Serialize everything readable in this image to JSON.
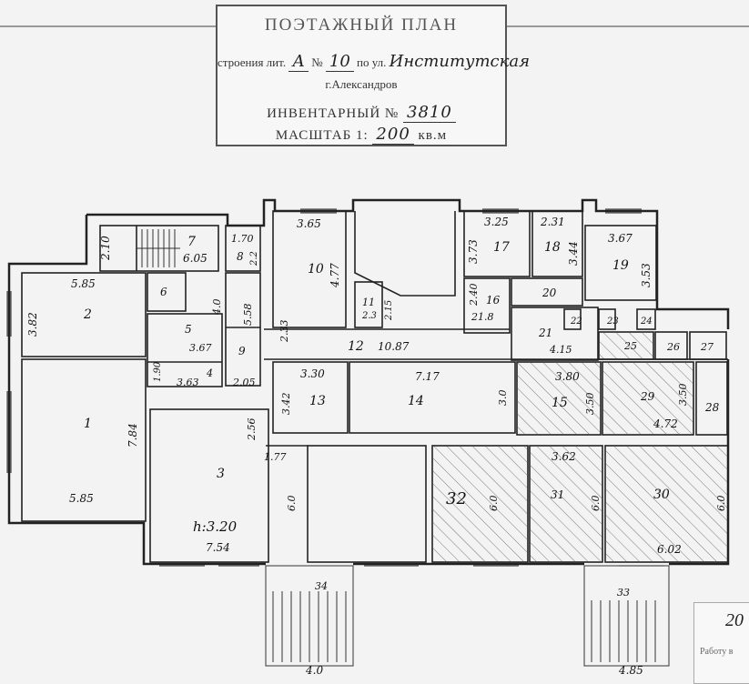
{
  "stamp": {
    "title": "ПОЭТАЖНЫЙ ПЛАН",
    "line1_prefix": "строения лит.",
    "lit": "А",
    "num_label": "№",
    "house_num": "10",
    "street_prefix": "по ул.",
    "street": "Институтская",
    "city": "г.Александров",
    "inventory_label": "ИНВЕНТАРНЫЙ №",
    "inventory_num": "3810",
    "scale_label": "МАСШТАБ 1:",
    "scale_value": "200",
    "scale_unit": "кв.м"
  },
  "rooms": [
    {
      "num": "1",
      "label": "room-1"
    },
    {
      "num": "2",
      "label": "room-2"
    },
    {
      "num": "3",
      "label": "room-3"
    },
    {
      "num": "4",
      "label": "room-4"
    },
    {
      "num": "5",
      "label": "room-5"
    },
    {
      "num": "6",
      "label": "room-6"
    },
    {
      "num": "7",
      "label": "room-7"
    },
    {
      "num": "8",
      "label": "room-8"
    },
    {
      "num": "9",
      "label": "room-9"
    },
    {
      "num": "10",
      "label": "room-10"
    },
    {
      "num": "11",
      "label": "room-11"
    },
    {
      "num": "12",
      "label": "room-12"
    },
    {
      "num": "13",
      "label": "room-13"
    },
    {
      "num": "14",
      "label": "room-14"
    },
    {
      "num": "15",
      "label": "room-15"
    },
    {
      "num": "16",
      "label": "room-16"
    },
    {
      "num": "17",
      "label": "room-17"
    },
    {
      "num": "18",
      "label": "room-18"
    },
    {
      "num": "19",
      "label": "room-19"
    },
    {
      "num": "20",
      "label": "room-20"
    },
    {
      "num": "21",
      "label": "room-21"
    },
    {
      "num": "22",
      "label": "room-22"
    },
    {
      "num": "23",
      "label": "room-23"
    },
    {
      "num": "24",
      "label": "room-24"
    },
    {
      "num": "25",
      "label": "room-25"
    },
    {
      "num": "26",
      "label": "room-26"
    },
    {
      "num": "27",
      "label": "room-27"
    },
    {
      "num": "28",
      "label": "room-28"
    },
    {
      "num": "29",
      "label": "room-29"
    },
    {
      "num": "30",
      "label": "room-30"
    },
    {
      "num": "31",
      "label": "room-31"
    },
    {
      "num": "32",
      "label": "room-32"
    },
    {
      "num": "33",
      "label": "room-33"
    },
    {
      "num": "34",
      "label": "room-34"
    }
  ],
  "dimensions": {
    "d_2_10": "2.10",
    "d_6_05": "6.05",
    "d_1_70": "1.70",
    "d_2_2": "2.2",
    "d_3_65": "3.65",
    "d_4_77": "4.77",
    "d_3_25": "3.25",
    "d_3_73": "3.73",
    "d_2_31": "2.31",
    "d_3_44": "3.44",
    "d_3_67a": "3.67",
    "d_3_53": "3.53",
    "d_5_85a": "5.85",
    "d_3_82": "3.82",
    "d_4_0": "4.0",
    "d_5_58": "5.58",
    "d_2_15": "2.15",
    "d_2_3": "2.3",
    "d_2_33": "2.33",
    "d_2_40": "2.40",
    "d_21_8": "21.8",
    "d_3_67b": "3.67",
    "d_10_87": "10.87",
    "d_4_15": "4.15",
    "d_1_90": "1.90",
    "d_3_63": "3.63",
    "d_2_05": "2.05",
    "d_3_30": "3.30",
    "d_3_42": "3.42",
    "d_7_17": "7.17",
    "d_3_0": "3.0",
    "d_3_80": "3.80",
    "d_3_50a": "3.50",
    "d_3_50b": "3.50",
    "d_4_72": "4.72",
    "d_7_84": "7.84",
    "d_2_56": "2.56",
    "d_1_77": "1.77",
    "d_6_0a": "6.0",
    "d_6_0b": "6.0",
    "d_6_0c": "6.0",
    "d_6_0d": "6.0",
    "d_3_62": "3.62",
    "d_5_85b": "5.85",
    "d_h": "h:3.20",
    "d_7_54": "7.54",
    "d_6_02": "6.02",
    "d_4_0b": "4.0",
    "d_4_85": "4.85"
  },
  "corner_note": {
    "mark": "20",
    "text": "Работу в"
  }
}
